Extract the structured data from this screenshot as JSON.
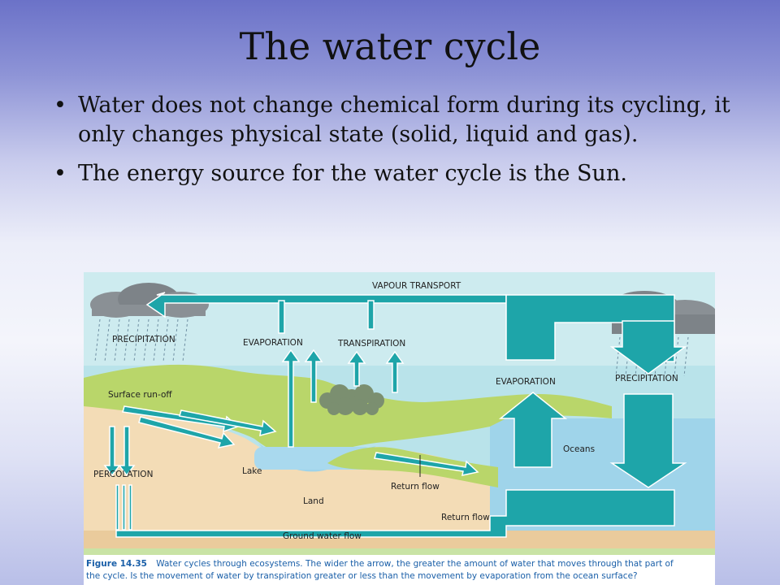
{
  "slide": {
    "title": "The water cycle",
    "bullets": [
      "Water does not change chemical form during its cycling, it only changes physical state (solid, liquid and gas).",
      "The energy source for the water cycle is the Sun."
    ]
  },
  "figure": {
    "labels": {
      "vapour_transport": "VAPOUR TRANSPORT",
      "precipitation_left": "PRECIPITATION",
      "evaporation_land": "EVAPORATION",
      "transpiration": "TRANSPIRATION",
      "evaporation_ocean": "EVAPORATION",
      "precipitation_right": "PRECIPITATION",
      "surface_runoff": "Surface run-off",
      "percolation": "PERCOLATION",
      "lake": "Lake",
      "oceans": "Oceans",
      "land": "Land",
      "return_flow_1": "Return flow",
      "return_flow_2": "Return flow",
      "ground_water_flow": "Ground water flow"
    },
    "caption": {
      "number": "Figure 14.35",
      "line1": "Water cycles through ecosystems. The wider the arrow, the greater the amount of water that moves through that part of",
      "line2": "the cycle. Is the movement of water by transpiration greater or less than the movement by evaporation from the ocean surface?"
    },
    "colors": {
      "arrow": "#1ea5a9",
      "sky": "#b9e3ea",
      "water": "#9fd4ea",
      "land": "#f3dcb6",
      "grass": "#b9d66a"
    }
  }
}
